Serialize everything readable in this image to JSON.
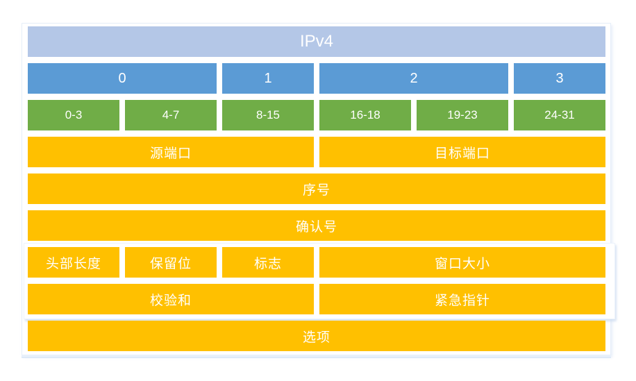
{
  "diagram": {
    "title": "IPv4",
    "colors": {
      "header_bg": "#b4c7e7",
      "byte_bg": "#5b9bd5",
      "bits_bg": "#70ad47",
      "field_bg": "#ffc000",
      "text": "#ffffff",
      "panel_edge": "#dde9f7"
    },
    "rows": [
      {
        "name": "title-row",
        "cells": [
          {
            "label": "IPv4",
            "span": 6
          }
        ]
      },
      {
        "name": "byte-offset-row",
        "cells": [
          {
            "label": "0",
            "span": 2
          },
          {
            "label": "1",
            "span": 1
          },
          {
            "label": "2",
            "span": 2
          },
          {
            "label": "3",
            "span": 1
          }
        ]
      },
      {
        "name": "bit-range-row",
        "cells": [
          {
            "label": "0-3",
            "span": 1
          },
          {
            "label": "4-7",
            "span": 1
          },
          {
            "label": "8-15",
            "span": 1
          },
          {
            "label": "16-18",
            "span": 1
          },
          {
            "label": "19-23",
            "span": 1
          },
          {
            "label": "24-31",
            "span": 1
          }
        ]
      },
      {
        "name": "port-row",
        "cells": [
          {
            "label": "源端口",
            "span": 3
          },
          {
            "label": "目标端口",
            "span": 3
          }
        ]
      },
      {
        "name": "sequence-row",
        "cells": [
          {
            "label": "序号",
            "span": 6
          }
        ]
      },
      {
        "name": "ack-row",
        "cells": [
          {
            "label": "确认号",
            "span": 6
          }
        ]
      },
      {
        "name": "flags-row",
        "cells": [
          {
            "label": "头部长度",
            "span": 1
          },
          {
            "label": "保留位",
            "span": 1
          },
          {
            "label": "标志",
            "span": 1
          },
          {
            "label": "窗口大小",
            "span": 3
          }
        ]
      },
      {
        "name": "checksum-row",
        "cells": [
          {
            "label": "校验和",
            "span": 3
          },
          {
            "label": "紧急指针",
            "span": 3
          }
        ]
      },
      {
        "name": "options-row",
        "cells": [
          {
            "label": "选项",
            "span": 6
          }
        ]
      }
    ]
  }
}
